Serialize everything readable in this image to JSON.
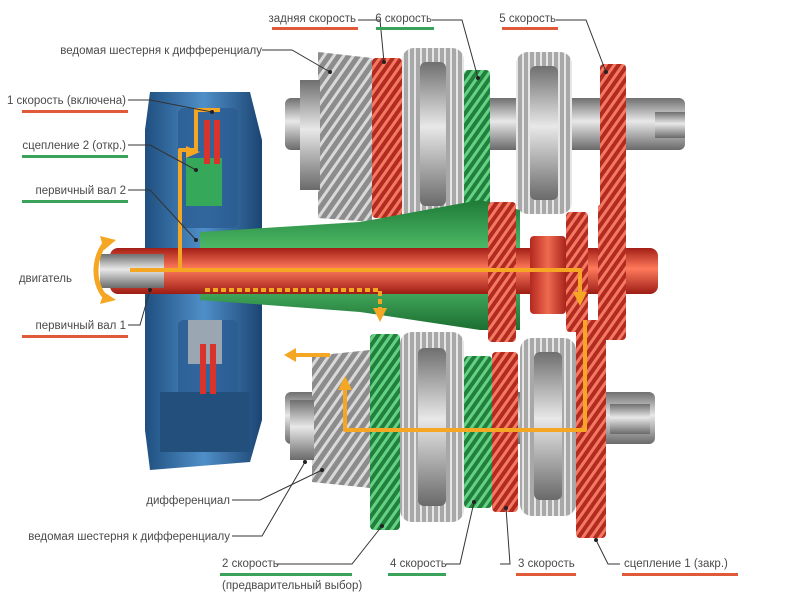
{
  "labels": {
    "reverse": "задняя скорость",
    "gear6": "6 скорость",
    "gear5": "5 скорость",
    "driven_gear_top": "ведомая шестерня к дифференциалу",
    "gear1_engaged": "1 скорость (включена)",
    "clutch2_open": "сцепление 2 (откр.)",
    "input_shaft2": "первичный вал 2",
    "engine": "двигатель",
    "input_shaft1": "первичный вал 1",
    "differential": "дифференциал",
    "driven_gear_bottom": "ведомая шестерня к дифференциалу",
    "gear2": "2 скорость",
    "gear2_note": "(предварительный выбор)",
    "gear4": "4 скорость",
    "gear3": "3 скорость",
    "clutch1_closed": "сцепление 1 (закр.)"
  },
  "colors": {
    "accent_red": "#e05a3a",
    "accent_green": "#3aa35a",
    "power_flow": "#f5a623",
    "shaft1_red": "#d9342b",
    "shaft2_green": "#2c9d4a",
    "clutch_blue": "#3a7bb5",
    "metal_gray": "#9a9a9a"
  }
}
